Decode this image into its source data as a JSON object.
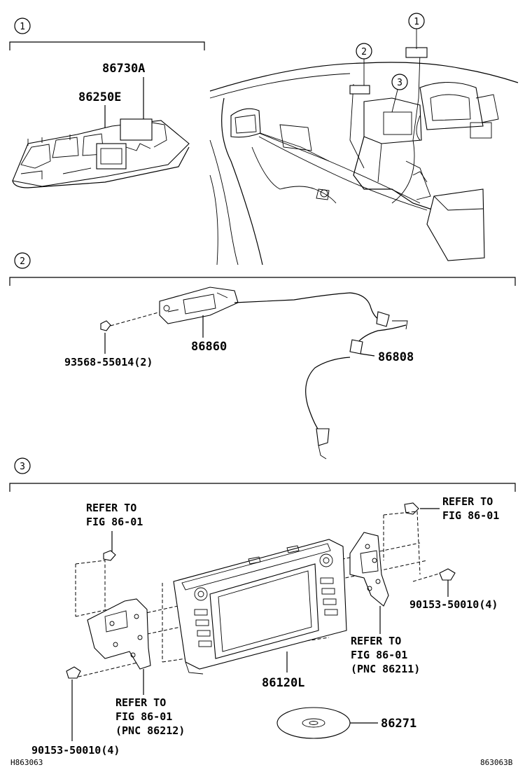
{
  "sections": [
    {
      "number": "1"
    },
    {
      "number": "2"
    },
    {
      "number": "3"
    }
  ],
  "callouts": {
    "car_1": "1",
    "car_2": "2",
    "car_3": "3"
  },
  "section1": {
    "part_a": "86730A",
    "part_b": "86250E"
  },
  "section2": {
    "bolt": "93568-55014(2)",
    "bracket": "86860",
    "cable": "86808"
  },
  "section3": {
    "refer_tl_1": "REFER TO",
    "refer_tl_2": "FIG 86-01",
    "refer_tr_1": "REFER TO",
    "refer_tr_2": "FIG 86-01",
    "screw_right": "90153-50010(4)",
    "refer_r_1": "REFER TO",
    "refer_r_2": "FIG 86-01",
    "refer_r_3": "(PNC 86211)",
    "unit": "86120L",
    "refer_bl_1": "REFER TO",
    "refer_bl_2": "FIG 86-01",
    "refer_bl_3": "(PNC 86212)",
    "disc": "86271",
    "screw_left": "90153-50010(4)"
  },
  "footer": {
    "left_code": "H863063",
    "right_code": "863063B"
  }
}
